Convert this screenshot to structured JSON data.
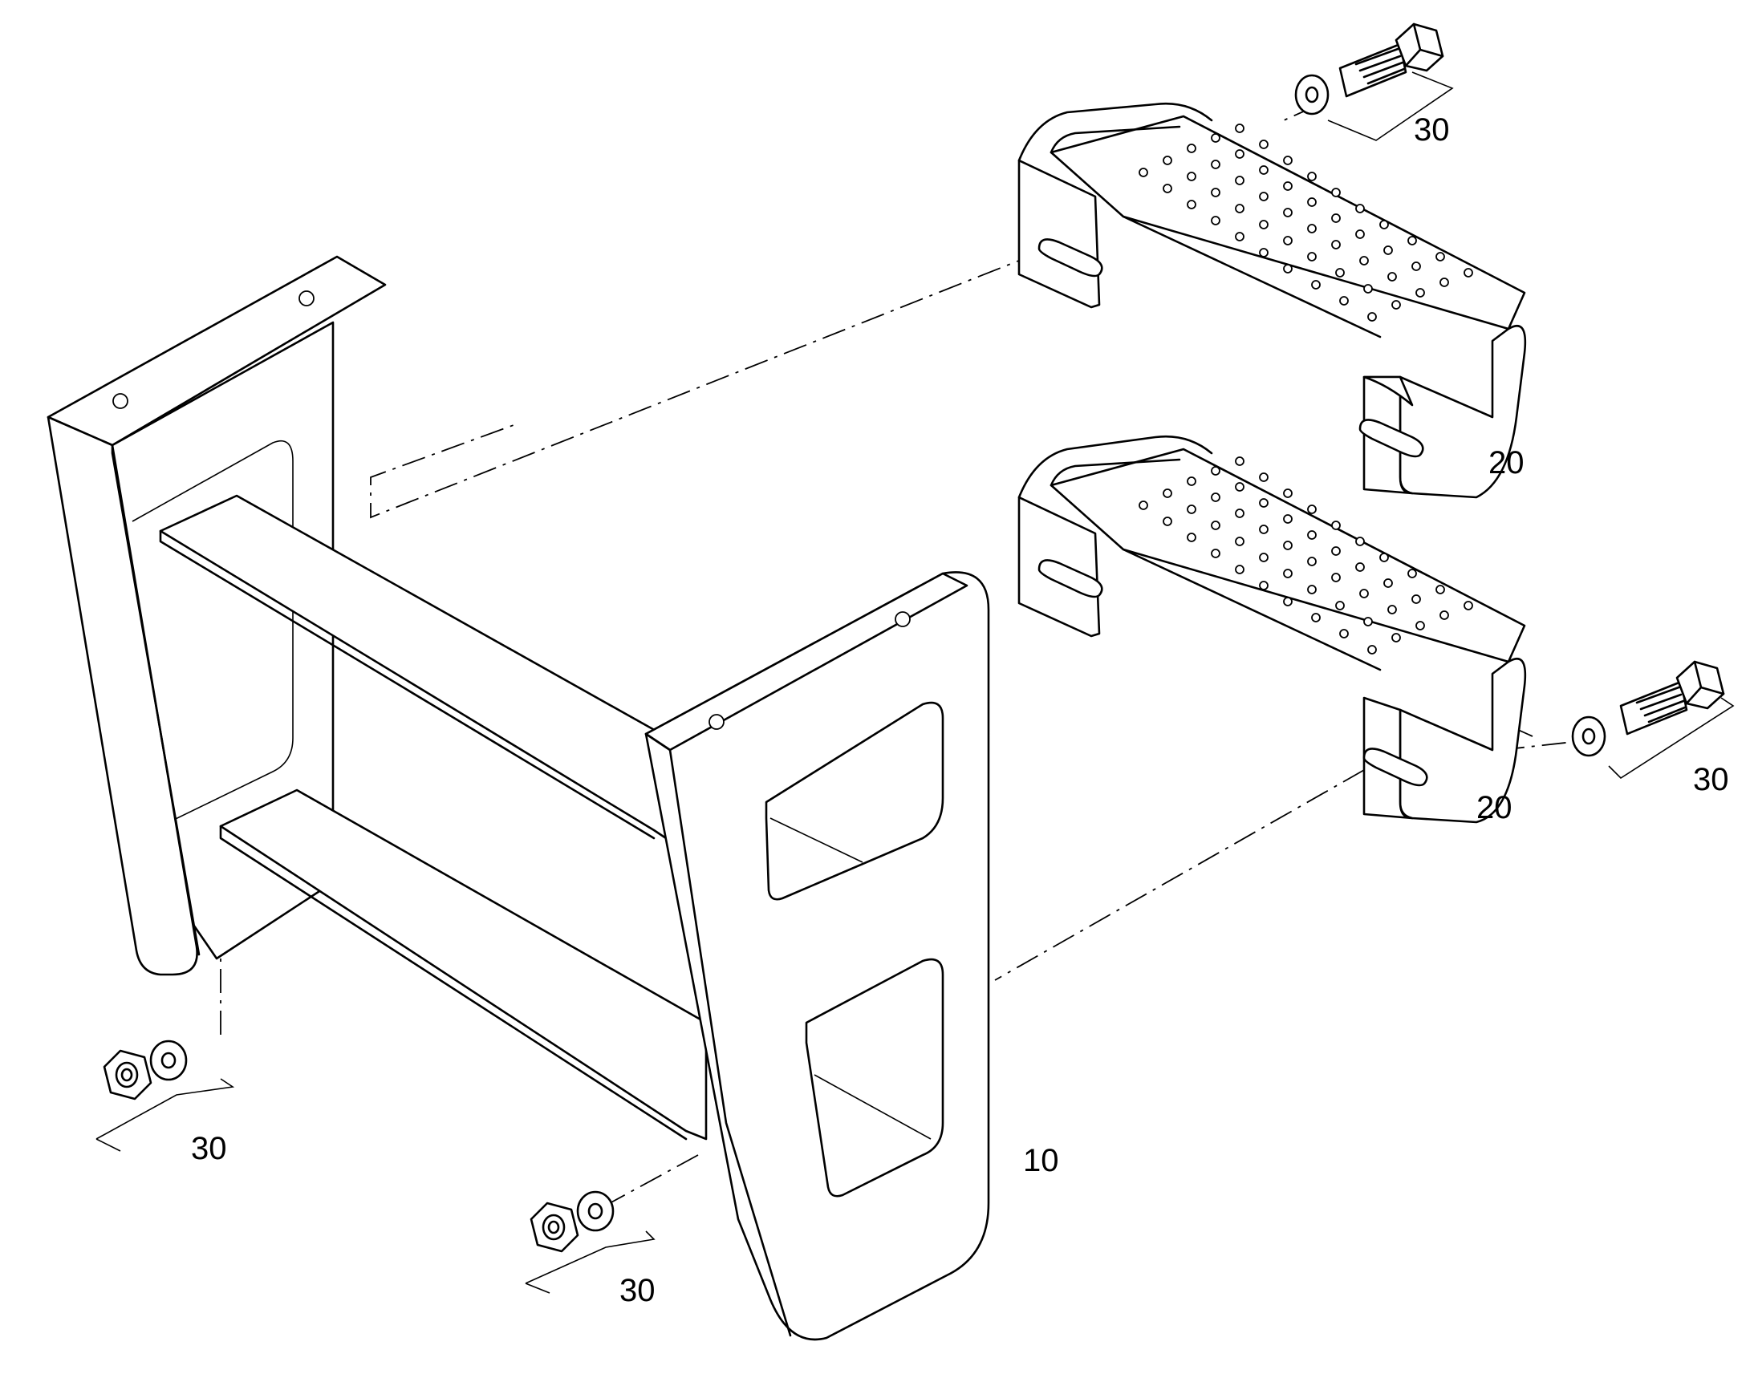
{
  "callouts": {
    "frame": "10",
    "step_upper": "20",
    "step_lower": "20",
    "bolt_top": "30",
    "bolt_right": "30",
    "nut_left": "30",
    "nut_bottom": "30"
  }
}
